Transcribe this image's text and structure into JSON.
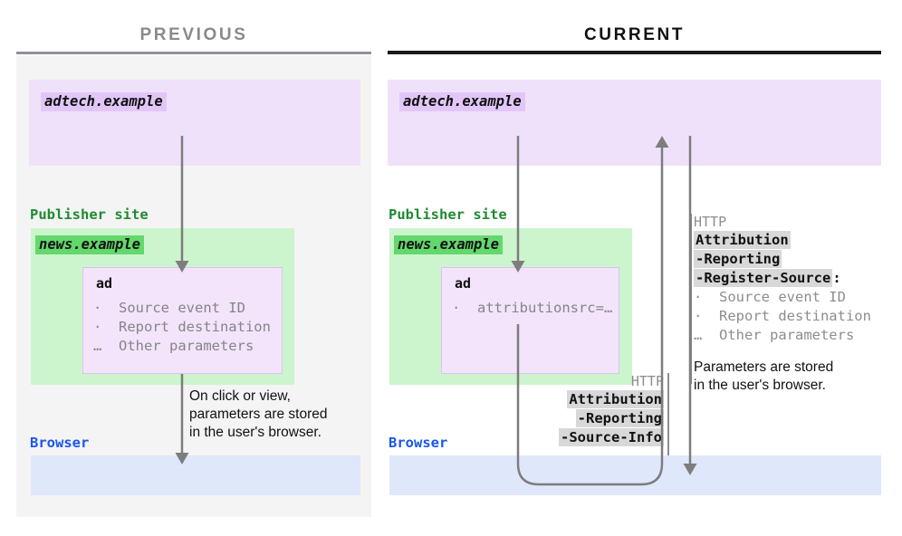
{
  "columns": {
    "previous": {
      "title": "PREVIOUS"
    },
    "current": {
      "title": "CURRENT"
    }
  },
  "previous": {
    "adtech": {
      "chip": "adtech.example"
    },
    "publisher": {
      "label": "Publisher site",
      "chip": "news.example"
    },
    "ad": {
      "title": "ad",
      "lines": "·  Source event ID\n·  Report destination\n…  Other parameters"
    },
    "browser": {
      "label": "Browser"
    },
    "note": "On click or view,\nparameters are stored\nin the user's browser."
  },
  "current": {
    "adtech": {
      "chip": "adtech.example"
    },
    "publisher": {
      "label": "Publisher site",
      "chip": "news.example"
    },
    "ad": {
      "title": "ad",
      "lines": "·  attributionsrc=…"
    },
    "browser": {
      "label": "Browser"
    },
    "request_header": {
      "protocol": "HTTP",
      "token_line_1": "Attribution",
      "token_line_2": "-Reporting",
      "token_line_3": "-Source-Info"
    },
    "response_header": {
      "protocol": "HTTP",
      "token_line_1": "Attribution",
      "token_line_2": "-Reporting",
      "token_line_3": "-Register-Source",
      "colon": ":",
      "params": "·  Source event ID\n·  Report destination\n…  Other parameters"
    },
    "note": "Parameters are stored\nin the user's browser."
  },
  "colors": {
    "adtech_bg": "#f0e1fb",
    "adtech_chip": "#e2c6f8",
    "publisher_bg": "#cdf5cd",
    "publisher_chip": "#63d86c",
    "publisher_label": "#1f8a30",
    "browser_bg": "#dfe7fb",
    "browser_label": "#1a56ec",
    "ad_card_bg": "#f3e4fc",
    "arrow": "#7d7d7d",
    "panel_bg": "#f4f4f4",
    "highlight": "#d8d8d8"
  }
}
